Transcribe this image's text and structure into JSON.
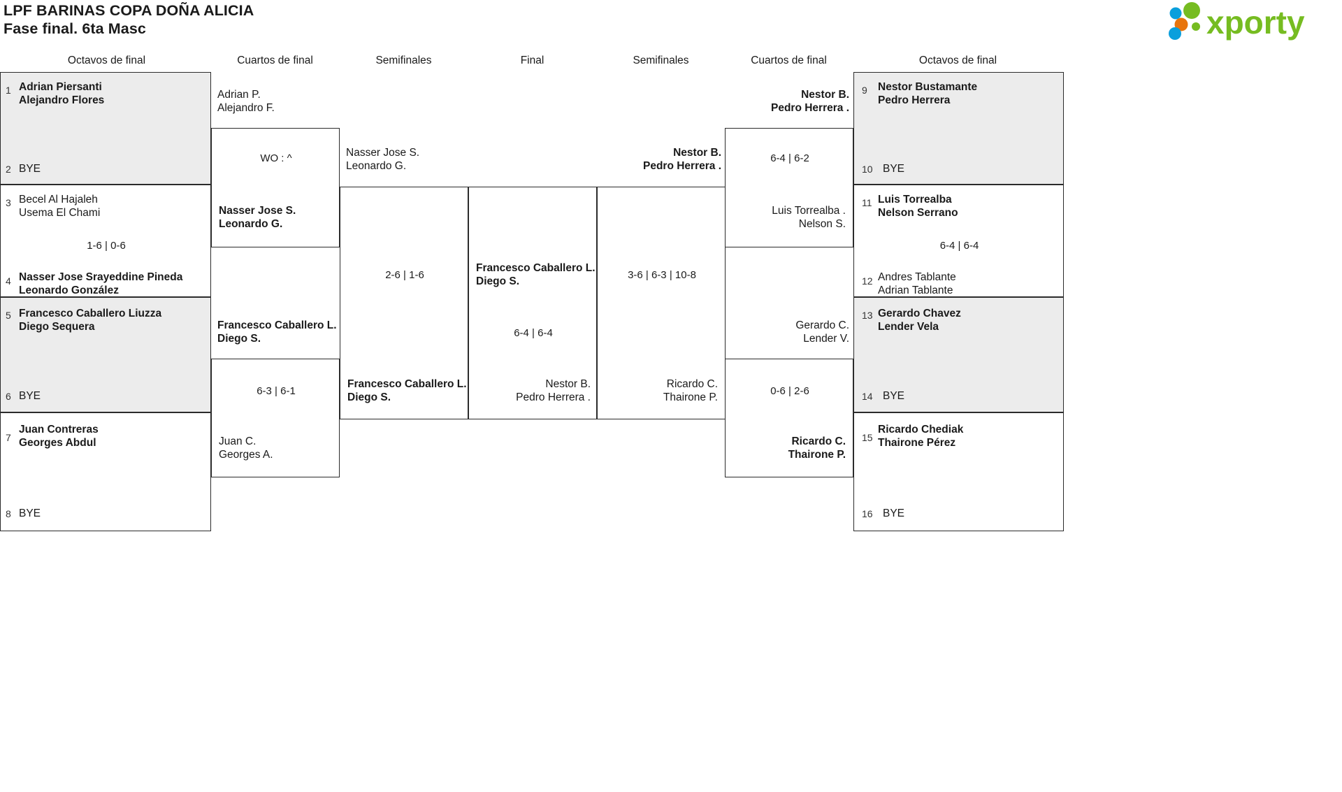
{
  "header": {
    "title_line1": "LPF BARINAS COPA DOÑA ALICIA",
    "title_line2": "Fase final. 6ta Masc",
    "logo_text": "xporty",
    "logo_colors": {
      "green": "#76bc21",
      "blue": "#0a9fdc",
      "orange": "#e8740c"
    }
  },
  "round_headers": {
    "left_octavos": "Octavos de final",
    "left_cuartos": "Cuartos de final",
    "left_semis": "Semifinales",
    "final": "Final",
    "right_semis": "Semifinales",
    "right_cuartos": "Cuartos de final",
    "right_octavos": "Octavos de final"
  },
  "left_octavos": [
    {
      "shaded": true,
      "top_seed": "1",
      "top_l1": "Adrian Piersanti",
      "top_l2": "Alejandro Flores",
      "top_bold": true,
      "bot_seed": "2",
      "bot_l1": "BYE",
      "bot_l2": "",
      "bot_bold": false,
      "score": ""
    },
    {
      "shaded": false,
      "top_seed": "3",
      "top_l1": "Becel Al Hajaleh",
      "top_l2": "Usema El Chami",
      "top_bold": false,
      "bot_seed": "4",
      "bot_l1": "Nasser Jose Srayeddine Pineda",
      "bot_l2": "Leonardo González",
      "bot_bold": true,
      "score": "1-6 | 0-6"
    },
    {
      "shaded": true,
      "top_seed": "5",
      "top_l1": "Francesco Caballero Liuzza",
      "top_l2": "Diego Sequera",
      "top_bold": true,
      "bot_seed": "6",
      "bot_l1": "BYE",
      "bot_l2": "",
      "bot_bold": false,
      "score": ""
    },
    {
      "shaded": false,
      "top_seed": "7",
      "top_l1": "Juan Contreras",
      "top_l2": "Georges Abdul",
      "top_bold": true,
      "bot_seed": "8",
      "bot_l1": "BYE",
      "bot_l2": "",
      "bot_bold": false,
      "score": ""
    }
  ],
  "right_octavos": [
    {
      "shaded": true,
      "top_seed": "9",
      "top_l1": "Nestor Bustamante",
      "top_l2": "Pedro Herrera",
      "top_bold": true,
      "bot_seed": "10",
      "bot_l1": "BYE",
      "bot_l2": "",
      "bot_bold": false,
      "score": ""
    },
    {
      "shaded": false,
      "top_seed": "11",
      "top_l1": "Luis Torrealba",
      "top_l2": "Nelson Serrano",
      "top_bold": true,
      "bot_seed": "12",
      "bot_l1": "Andres Tablante",
      "bot_l2": "Adrian Tablante",
      "bot_bold": false,
      "score": "6-4 | 6-4"
    },
    {
      "shaded": true,
      "top_seed": "13",
      "top_l1": "Gerardo Chavez",
      "top_l2": "Lender Vela",
      "top_bold": true,
      "bot_seed": "14",
      "bot_l1": "BYE",
      "bot_l2": "",
      "bot_bold": false,
      "score": ""
    },
    {
      "shaded": false,
      "top_seed": "15",
      "top_l1": "Ricardo Chediak",
      "top_l2": "Thairone Pérez",
      "top_bold": true,
      "bot_seed": "16",
      "bot_l1": "BYE",
      "bot_l2": "",
      "bot_bold": false,
      "score": ""
    }
  ],
  "left_cuartos": [
    {
      "top_l1": "Adrian P.",
      "top_l2": "Alejandro F.",
      "top_bold": false,
      "bot_l1": "Nasser Jose S.",
      "bot_l2": "Leonardo G.",
      "bot_bold": true,
      "score": "WO : ^"
    },
    {
      "top_l1": "Francesco Caballero L.",
      "top_l2": "Diego S.",
      "top_bold": true,
      "bot_l1": "Juan C.",
      "bot_l2": "Georges A.",
      "bot_bold": false,
      "score": "6-3 | 6-1"
    }
  ],
  "right_cuartos": [
    {
      "top_l1": "Nestor B.",
      "top_l2": "Pedro Herrera .",
      "top_bold": true,
      "bot_l1": "Luis Torrealba .",
      "bot_l2": "Nelson S.",
      "bot_bold": false,
      "score": "6-4 | 6-2"
    },
    {
      "top_l1": "Gerardo C.",
      "top_l2": "Lender V.",
      "top_bold": false,
      "bot_l1": "Ricardo C.",
      "bot_l2": "Thairone P.",
      "bot_bold": true,
      "score": "0-6 | 2-6"
    }
  ],
  "left_semis": [
    {
      "top_l1": "Nasser Jose S.",
      "top_l2": "Leonardo G.",
      "top_bold": false,
      "bot_l1": "Francesco Caballero L.",
      "bot_l2": "Diego S.",
      "bot_bold": true,
      "score": "2-6 | 1-6"
    }
  ],
  "right_semis": [
    {
      "top_l1": "Nestor B.",
      "top_l2": "Pedro Herrera .",
      "top_bold": true,
      "bot_l1": "Ricardo C.",
      "bot_l2": "Thairone P.",
      "bot_bold": false,
      "score": "3-6 | 6-3 | 10-8"
    }
  ],
  "final": [
    {
      "top_l1": "Francesco Caballero L.",
      "top_l2": "Diego S.",
      "top_bold": true,
      "bot_l1": "Nestor B.",
      "bot_l2": "Pedro Herrera .",
      "bot_bold": false,
      "score": "6-4 | 6-4"
    }
  ]
}
